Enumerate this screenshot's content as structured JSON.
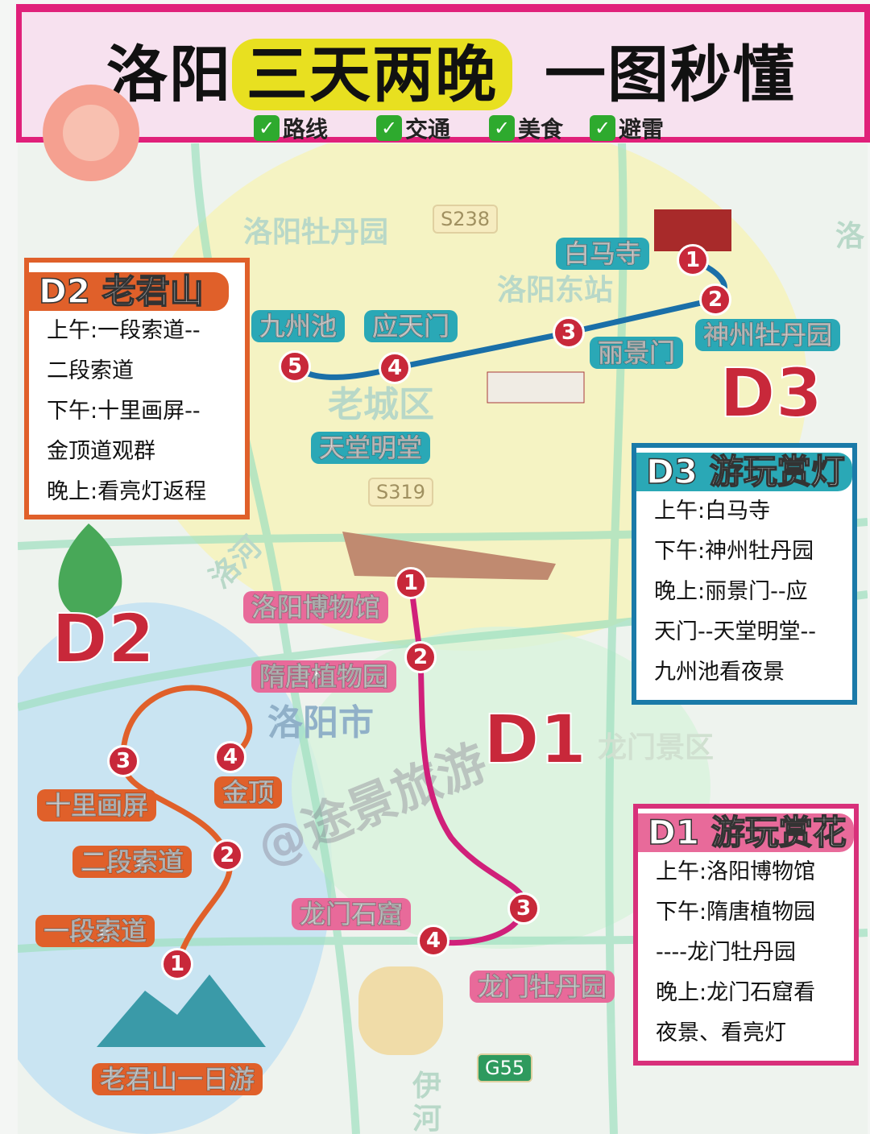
{
  "header": {
    "title_a": "洛阳",
    "title_b": "三天两晚",
    "title_c": "一图秒懂",
    "checks": [
      "路线",
      "交通",
      "美食",
      "避雷"
    ]
  },
  "map": {
    "labels": [
      "洛阳牡丹园",
      "洛阳东站",
      "老城区",
      "洛阳市",
      "洛河",
      "伊河",
      "龙门景区",
      "洛"
    ],
    "roads": [
      "S238",
      "S319",
      "G55"
    ],
    "watermark": "@途景旅游"
  },
  "d3": {
    "marker": "D3",
    "stops": [
      {
        "n": "1",
        "name": "白马寺"
      },
      {
        "n": "2",
        "name": "神州牡丹园"
      },
      {
        "n": "3",
        "name": "丽景门"
      },
      {
        "n": "4",
        "name": "应天门"
      },
      {
        "n": "5",
        "name": "九州池"
      }
    ],
    "extra": "天堂明堂",
    "box": {
      "title": "D3 游玩赏灯",
      "lines": [
        "上午:白马寺",
        "下午:神州牡丹园",
        "晚上:丽景门--应",
        "天门--天堂明堂--",
        "九州池看夜景"
      ]
    },
    "color": "#1a6fa8"
  },
  "d1": {
    "marker": "D1",
    "stops": [
      {
        "n": "1",
        "name": "洛阳博物馆"
      },
      {
        "n": "2",
        "name": "隋唐植物园"
      },
      {
        "n": "3",
        "name": "龙门牡丹园"
      },
      {
        "n": "4",
        "name": "龙门石窟"
      }
    ],
    "box": {
      "title": "D1 游玩赏花",
      "lines": [
        "上午:洛阳博物馆",
        "下午:隋唐植物园",
        "----龙门牡丹园",
        "晚上:龙门石窟看",
        "夜景、看亮灯"
      ]
    },
    "color": "#d0207a"
  },
  "d2": {
    "marker": "D2",
    "stops": [
      {
        "n": "1",
        "name": "一段索道"
      },
      {
        "n": "2",
        "name": "二段索道"
      },
      {
        "n": "3",
        "name": "十里画屏"
      },
      {
        "n": "4",
        "name": "金顶"
      }
    ],
    "extra": "老君山一日游",
    "box": {
      "title": "D2 老君山",
      "lines": [
        "上午:一段索道--",
        "二段索道",
        "下午:十里画屏--",
        "金顶道观群",
        "晚上:看亮灯返程"
      ]
    },
    "color": "#e0602a"
  }
}
